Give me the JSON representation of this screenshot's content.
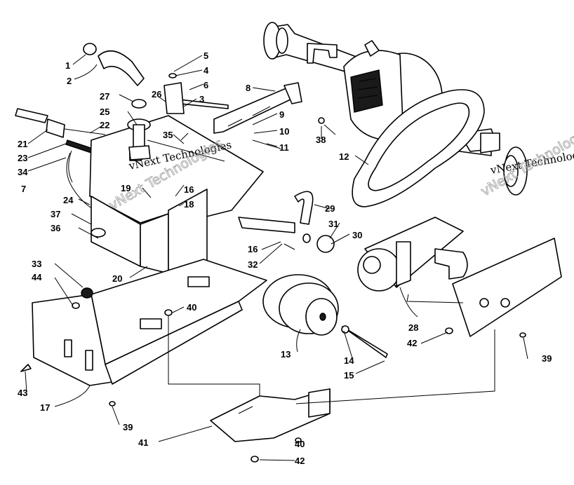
{
  "watermarks": [
    {
      "id": "wm-1",
      "text": "vNext Technologies"
    },
    {
      "id": "wm-2",
      "text": "vNext Technologies"
    },
    {
      "id": "wm-3",
      "text": "vNext Technologies"
    },
    {
      "id": "wm-4",
      "text": "vNext Technologies"
    }
  ],
  "callouts": [
    {
      "id": "c1",
      "label": "1"
    },
    {
      "id": "c2",
      "label": "2"
    },
    {
      "id": "c3",
      "label": "3"
    },
    {
      "id": "c4",
      "label": "4"
    },
    {
      "id": "c5",
      "label": "5"
    },
    {
      "id": "c6",
      "label": "6"
    },
    {
      "id": "c7",
      "label": "7"
    },
    {
      "id": "c8",
      "label": "8"
    },
    {
      "id": "c9",
      "label": "9"
    },
    {
      "id": "c10",
      "label": "10"
    },
    {
      "id": "c11",
      "label": "11"
    },
    {
      "id": "c12",
      "label": "12"
    },
    {
      "id": "c13",
      "label": "13"
    },
    {
      "id": "c14",
      "label": "14"
    },
    {
      "id": "c15",
      "label": "15"
    },
    {
      "id": "c16a",
      "label": "16"
    },
    {
      "id": "c16b",
      "label": "16"
    },
    {
      "id": "c17",
      "label": "17"
    },
    {
      "id": "c18",
      "label": "18"
    },
    {
      "id": "c19",
      "label": "19"
    },
    {
      "id": "c20",
      "label": "20"
    },
    {
      "id": "c21",
      "label": "21"
    },
    {
      "id": "c22",
      "label": "22"
    },
    {
      "id": "c23",
      "label": "23"
    },
    {
      "id": "c24",
      "label": "24"
    },
    {
      "id": "c25",
      "label": "25"
    },
    {
      "id": "c26",
      "label": "26"
    },
    {
      "id": "c27",
      "label": "27"
    },
    {
      "id": "c28",
      "label": "28"
    },
    {
      "id": "c29",
      "label": "29"
    },
    {
      "id": "c30",
      "label": "30"
    },
    {
      "id": "c31",
      "label": "31"
    },
    {
      "id": "c32",
      "label": "32"
    },
    {
      "id": "c33",
      "label": "33"
    },
    {
      "id": "c34",
      "label": "34"
    },
    {
      "id": "c35",
      "label": "35"
    },
    {
      "id": "c36",
      "label": "36"
    },
    {
      "id": "c37",
      "label": "37"
    },
    {
      "id": "c38",
      "label": "38"
    },
    {
      "id": "c39a",
      "label": "39"
    },
    {
      "id": "c39b",
      "label": "39"
    },
    {
      "id": "c40a",
      "label": "40"
    },
    {
      "id": "c40b",
      "label": "40"
    },
    {
      "id": "c41",
      "label": "41"
    },
    {
      "id": "c42a",
      "label": "42"
    },
    {
      "id": "c42b",
      "label": "42"
    },
    {
      "id": "c43",
      "label": "43"
    },
    {
      "id": "c44",
      "label": "44"
    }
  ]
}
